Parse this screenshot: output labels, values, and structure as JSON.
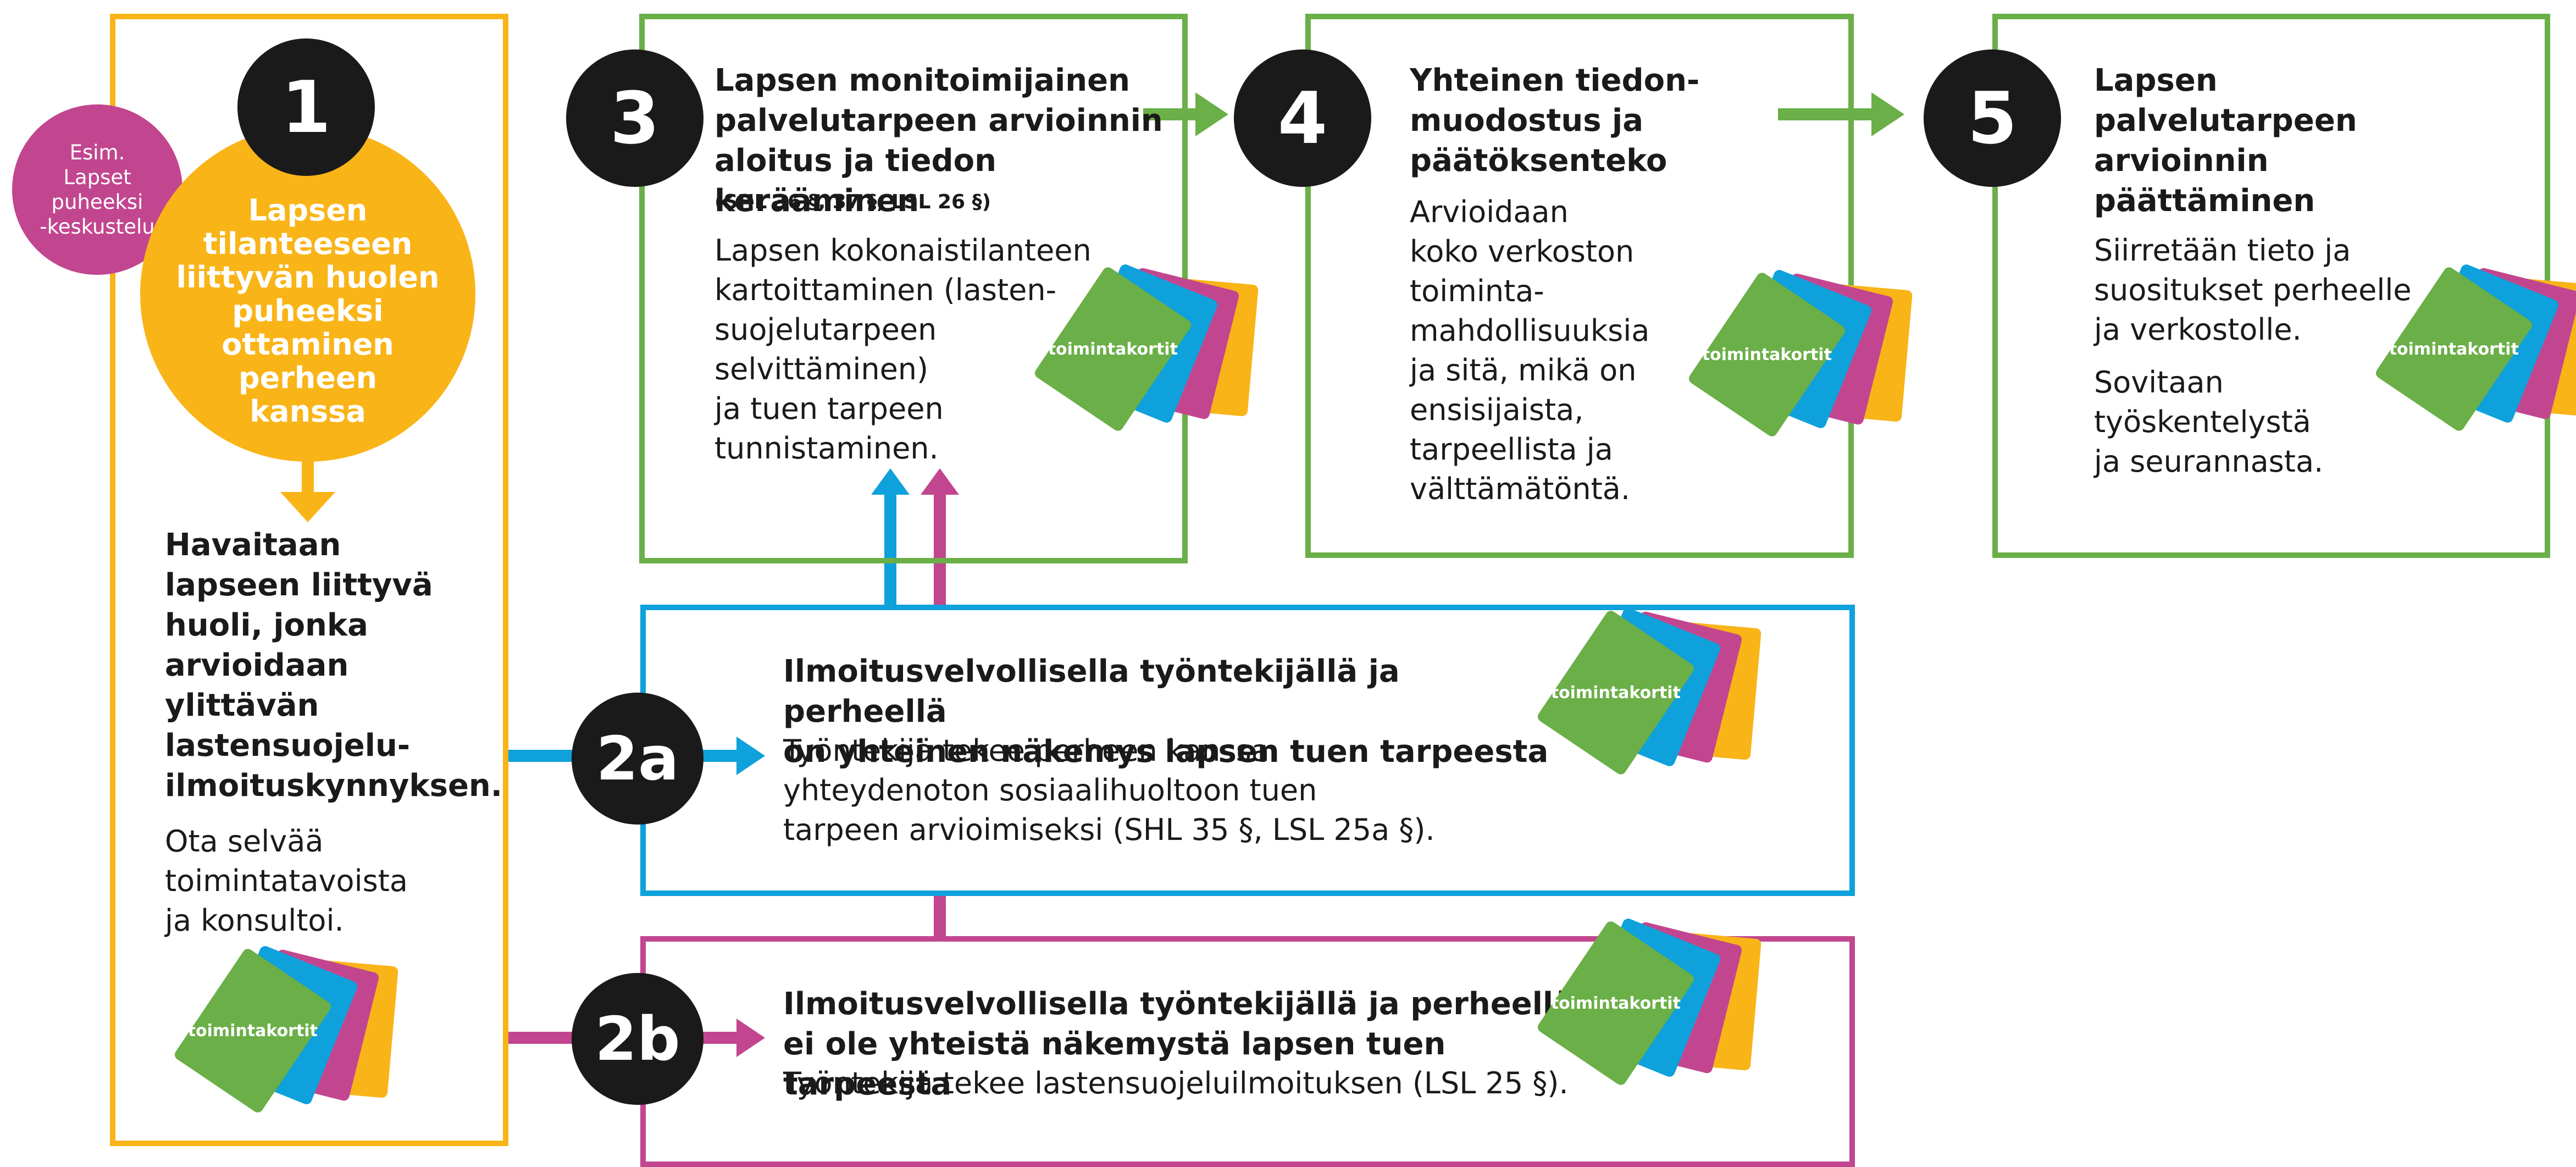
{
  "colors": {
    "yellow": "#f9b418",
    "green": "#6aaf47",
    "blue": "#0ea1db",
    "pink": "#c2468f",
    "black": "#1a1a1a",
    "cardYellow": "#f9b418",
    "cardPink": "#c2468f",
    "cardBlue": "#0ea1db",
    "cardGreen": "#6aaf47"
  },
  "card_label": "toimintakortit",
  "step1": {
    "number": "1",
    "example_badge": "Esim.\nLapset\npuheeksi\n-keskustelu",
    "circle_text": "Lapsen\ntilanteeseen\nliittyvän huolen\npuheeksi\nottaminen\nperheen\nkanssa",
    "heading": "Havaitaan\nlapseen liittyvä\nhuoli, jonka\narvioidaan\nylittävän\nlastensuojelu-\nilmoituskynnyksen.",
    "body": "Ota selvää\ntoimintatavoista\nja konsultoi."
  },
  "step2a": {
    "number": "2a",
    "heading": "Ilmoitusvelvollisella työntekijällä ja perheellä\non yhteinen näkemys lapsen tuen tarpeesta",
    "body": "Työntekijä tekee perheen kanssa\nyhteydenoton sosiaalihuoltoon tuen\ntarpeen arvioimiseksi (SHL 35 §, LSL 25a §)."
  },
  "step2b": {
    "number": "2b",
    "heading": "Ilmoitusvelvollisella työntekijällä ja perheellä\nei ole yhteistä näkemystä lapsen tuen tarpeesta",
    "body": "Työntekijä tekee lastensuojeluilmoituksen (LSL 25 §)."
  },
  "step3": {
    "number": "3",
    "heading": "Lapsen monitoimijainen\npalvelutarpeen arvioinnin\naloitus ja tiedon kerääminen",
    "reference": "(SHL 36 §, 37 §, LSL 26 §)",
    "body": "Lapsen kokonaistilanteen\nkartoittaminen (lasten-\nsuojelutarpeen\nselvittäminen)\nja tuen tarpeen\ntunnistaminen."
  },
  "step4": {
    "number": "4",
    "heading": "Yhteinen tiedon-\nmuodostus ja\npäätöksenteko",
    "body": "Arvioidaan\nkoko verkoston\ntoiminta-\nmahdollisuuksia\nja sitä, mikä on\nensisijaista,\ntarpeellista ja\nvälttämätöntä."
  },
  "step5": {
    "number": "5",
    "heading": "Lapsen\npalvelutarpeen\narvioinnin\npäättäminen",
    "body1": "Siirretään tieto ja\nsuositukset perheelle\nja verkostolle.",
    "body2": "Sovitaan\ntyöskentelystä\nja seurannasta."
  }
}
